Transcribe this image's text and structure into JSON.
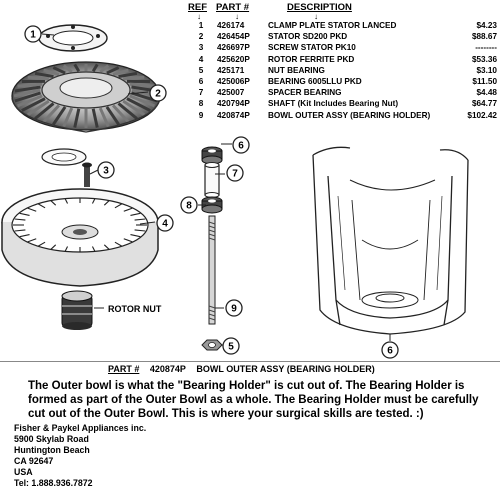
{
  "table": {
    "headers": {
      "ref": "REF",
      "part": "PART #",
      "desc": "DESCRIPTION"
    },
    "arrow": "↓",
    "rows": [
      {
        "ref": "1",
        "part": "426174",
        "desc": "CLAMP PLATE STATOR LANCED",
        "price": "$4.23"
      },
      {
        "ref": "2",
        "part": "426454P",
        "desc": "STATOR SD200 PKD",
        "price": "$88.67"
      },
      {
        "ref": "3",
        "part": "426697P",
        "desc": "SCREW STATOR PK10",
        "price": "--------"
      },
      {
        "ref": "4",
        "part": "425620P",
        "desc": "ROTOR FERRITE PKD",
        "price": "$53.36"
      },
      {
        "ref": "5",
        "part": "425171",
        "desc": "NUT BEARING",
        "price": "$3.10"
      },
      {
        "ref": "6",
        "part": "425006P",
        "desc": "BEARING 6005LLU PKD",
        "price": "$11.50"
      },
      {
        "ref": "7",
        "part": "425007",
        "desc": "SPACER BEARING",
        "price": "$4.48"
      },
      {
        "ref": "8",
        "part": "420794P",
        "desc": "SHAFT (Kit Includes Bearing Nut)",
        "price": "$64.77"
      },
      {
        "ref": "9",
        "part": "420874P",
        "desc": "BOWL OUTER ASSY (BEARING HOLDER)",
        "price": "$102.42"
      }
    ]
  },
  "diagram": {
    "callouts": [
      "1",
      "2",
      "3",
      "4",
      "5",
      "6",
      "7",
      "8",
      "9",
      "6"
    ],
    "rotor_nut_label": "ROTOR NUT"
  },
  "bottom": {
    "part_label": "PART #",
    "part_number": "420874P",
    "part_desc": "BOWL OUTER ASSY (BEARING HOLDER)",
    "note": "The Outer bowl is what the \"Bearing Holder\" is cut out of. The Bearing Holder is formed as part of the Outer Bowl as a whole. The Bearing Holder must be carefully cut out of the Outer Bowl. This is where your surgical skills are tested. :)",
    "address": [
      "Fisher & Paykel Appliances inc.",
      "5900 Skylab Road",
      "Huntington Beach",
      "CA 92647",
      "USA",
      "Tel: 1.888.936.7872"
    ]
  }
}
